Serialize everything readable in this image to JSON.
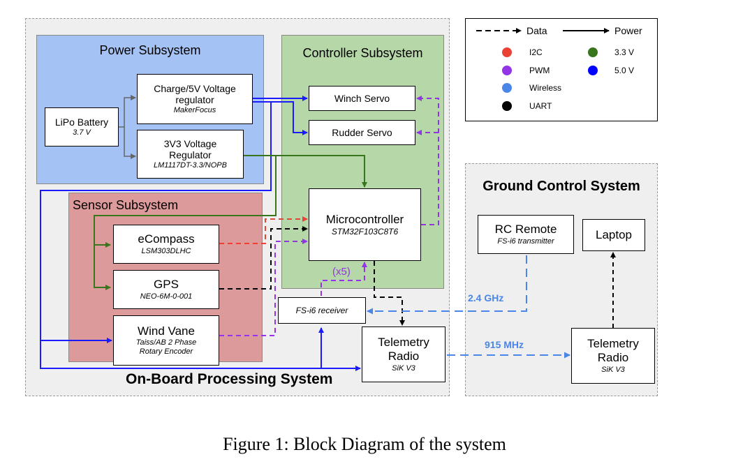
{
  "legend": {
    "data_label": "Data",
    "power_label": "Power",
    "items": [
      {
        "label": "I2C",
        "color": "#ea4335"
      },
      {
        "label": "PWM",
        "color": "#9334e6"
      },
      {
        "label": "Wireless",
        "color": "#4a86e8"
      },
      {
        "label": "UART",
        "color": "#000000"
      },
      {
        "label": "3.3 V",
        "color": "#38761d"
      },
      {
        "label": "5.0 V",
        "color": "#0000ff"
      }
    ]
  },
  "regions": {
    "onboard": "On-Board Processing System",
    "power": "Power Subsystem",
    "controller": "Controller Subsystem",
    "sensor": "Sensor Subsystem",
    "ground": "Ground Control System"
  },
  "blocks": {
    "battery": {
      "title": "LiPo Battery",
      "sub": "3.7 V"
    },
    "charge_reg": {
      "title": "Charge/5V Voltage regulator",
      "sub": "MakerFocus"
    },
    "reg_3v3": {
      "title": "3V3 Voltage Regulator",
      "sub": "LM1117DT-3.3/NOPB"
    },
    "winch": {
      "title": "Winch Servo"
    },
    "rudder": {
      "title": "Rudder Servo"
    },
    "mcu": {
      "title": "Microcontroller",
      "sub": "STM32F103C8T6"
    },
    "ecompass": {
      "title": "eCompass",
      "sub": "LSM303DLHC"
    },
    "gps": {
      "title": "GPS",
      "sub": "NEO-6M-0-001"
    },
    "windvane": {
      "title": "Wind Vane",
      "sub": "Taiss/AB 2 Phase Rotary Encoder"
    },
    "receiver": {
      "title": "FS-i6 receiver"
    },
    "telemetry_onboard": {
      "title": "Telemetry Radio",
      "sub": "SiK V3"
    },
    "rc_remote": {
      "title": "RC Remote",
      "sub": "FS-i6 transmitter"
    },
    "laptop": {
      "title": "Laptop"
    },
    "telemetry_ground": {
      "title": "Telemetry Radio",
      "sub": "SiK V3"
    }
  },
  "labels": {
    "x5": "(x5)",
    "freq_24": "2.4 GHz",
    "freq_915": "915 MHz"
  },
  "caption": "Figure 1: Block Diagram of the system"
}
